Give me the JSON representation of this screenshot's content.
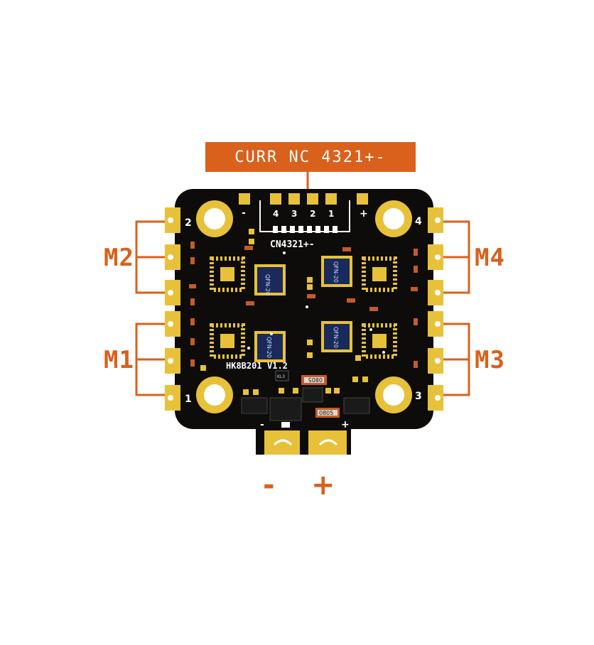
{
  "header_banner": "CURR NC 4321+-",
  "motor_labels": {
    "m1": "M1",
    "m2": "M2",
    "m3": "M3",
    "m4": "M4"
  },
  "power_labels": {
    "negative": "-",
    "positive": "+"
  },
  "board": {
    "connector_label": "CN4321+-",
    "connector_pins": [
      "-",
      "4",
      "3",
      "2",
      "1",
      "+"
    ],
    "model": "HK8B201",
    "version": "V1.2",
    "corner_numbers": [
      "2",
      "4",
      "1",
      "3"
    ],
    "chip_text": "QFN-20",
    "component_code": "0805",
    "pad_minus": "-",
    "pad_plus": "+",
    "small_part_label": "KL3"
  },
  "colors": {
    "accent": "#d9611c",
    "pcb": "#0d0c0a",
    "gold": "#e8c13a"
  }
}
